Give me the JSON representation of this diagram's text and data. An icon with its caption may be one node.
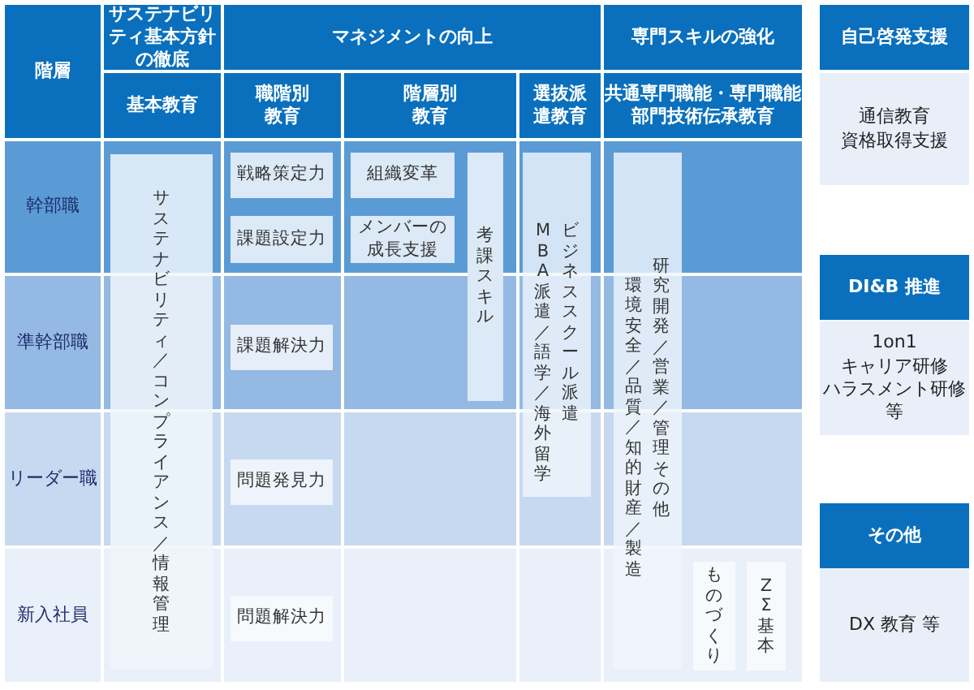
{
  "diagram": {
    "nodes": [
      {
        "text": [
          "階層"
        ]
      },
      {
        "text": [
          "サステナビリティ基本方針の徹底"
        ]
      },
      {
        "text": [
          "マネジメントの向上"
        ]
      },
      {
        "text": [
          "専門スキルの強化"
        ]
      },
      {
        "text": [
          "自己啓発支援"
        ]
      },
      {
        "text": [
          "基本教育"
        ]
      },
      {
        "text": [
          "職階別教育"
        ]
      },
      {
        "text": [
          "階層別教育"
        ]
      },
      {
        "text": [
          "選抜派遣教育"
        ]
      },
      {
        "text": [
          "共通専門職能・専門職能部門技術伝承教育"
        ]
      },
      {
        "text": [
          "通信教育",
          "資格取得支援"
        ]
      },
      {
        "text": [
          "幹部職"
        ]
      },
      {
        "text": [
          "サステナビリティ／コンプライアンス／情報管理"
        ]
      },
      {
        "text": [
          "戦略策定力"
        ]
      },
      {
        "text": [
          "組織変革"
        ]
      },
      {
        "text": [
          "考課スキル"
        ]
      },
      {
        "text": [
          "MBA派遣／語学／海外留学",
          "ビジネススクール派遣"
        ]
      },
      {
        "text": [
          "環境安全／品質／知的財産／製造",
          "研究開発／営業／管理その他"
        ]
      },
      {
        "text": [
          "課題設定力"
        ]
      },
      {
        "text": [
          "メンバーの成長支援"
        ]
      },
      {
        "text": [
          "DI&B 推進"
        ]
      },
      {
        "text": [
          "1on1",
          "キャリア研修",
          "ハラスメント研修等"
        ]
      },
      {
        "text": [
          "準幹部職"
        ]
      },
      {
        "text": [
          "課題解決力"
        ]
      },
      {
        "text": [
          "リーダー職"
        ]
      },
      {
        "text": [
          "問題発見力"
        ]
      },
      {
        "text": [
          "その他"
        ]
      },
      {
        "text": [
          "新入社員"
        ]
      },
      {
        "text": [
          "問題解決力"
        ]
      },
      {
        "text": [
          "ものづくり"
        ]
      },
      {
        "text": [
          "ZΣ基本"
        ]
      },
      {
        "text": [
          "DX 教育 等"
        ]
      }
    ]
  }
}
